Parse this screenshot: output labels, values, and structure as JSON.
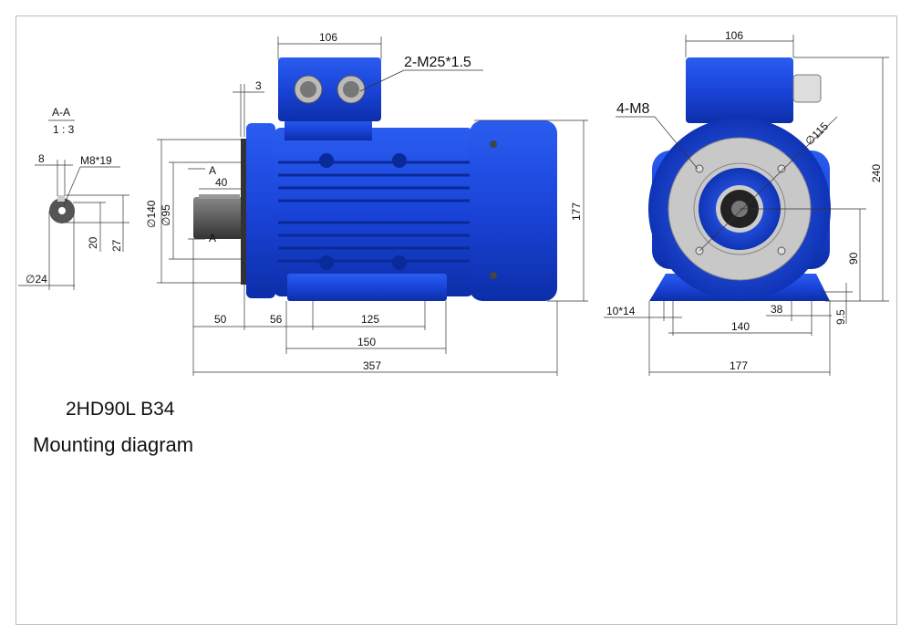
{
  "model": "2HD90L B34",
  "caption": "Mounting diagram",
  "section": {
    "label": "A-A",
    "scale": "1 : 3",
    "key_width": "8",
    "thread": "M8*19",
    "d20": "20",
    "d27": "27",
    "shaft_dia": "∅24"
  },
  "side_view": {
    "box_width": "106",
    "cable_glands": "2-M25*1.5",
    "flange_offset": "3",
    "flange_dia": "∅140",
    "spigot_dia": "∅95",
    "key_length": "40",
    "section_mark": "A",
    "shaft_len": "50",
    "foot_offset": "56",
    "foot_spacing": "125",
    "foot_length": "150",
    "total_length": "357",
    "height": "177"
  },
  "front_view": {
    "box_width": "106",
    "flange_holes": "4-M8",
    "pcd": "∅115",
    "total_height": "240",
    "shaft_height": "90",
    "foot_thickness": "9.5",
    "foot_slot": "10*14",
    "foot_edge": "38",
    "foot_hole_spacing": "140",
    "total_width": "177"
  },
  "colors": {
    "motor_blue": "#1f4fe0",
    "dark_blue": "#0a2a9a",
    "grey": "#c8c8c8"
  }
}
